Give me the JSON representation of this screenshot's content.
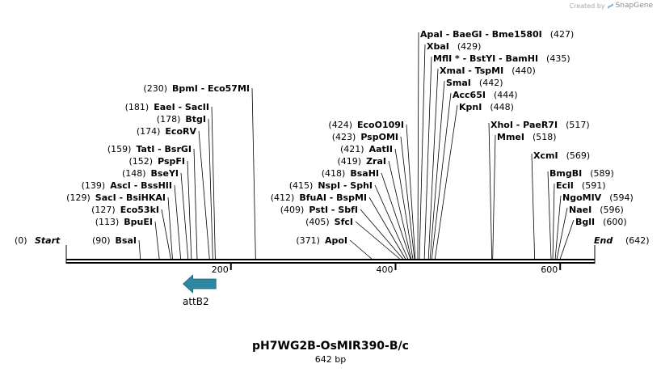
{
  "credit": {
    "prefix": "Created by",
    "brand": "SnapGene"
  },
  "plasmid": {
    "name": "pH7WG2B-OsMIR390-B/c",
    "size_label": "642 bp",
    "length": 642
  },
  "ends": {
    "start_label": "Start",
    "start_pos": "(0)",
    "end_label": "End",
    "end_pos": "(642)"
  },
  "ticks": [
    {
      "value": 200,
      "label": "200"
    },
    {
      "value": 400,
      "label": "400"
    },
    {
      "value": 600,
      "label": "600"
    }
  ],
  "feature": {
    "name": "attB2",
    "start": 140,
    "end": 173,
    "direction": "reverse",
    "color": "#2e86a0"
  },
  "colors": {
    "backbone": "#000000",
    "feature": "#2e86a0"
  },
  "sites": [
    {
      "pos": 90,
      "group": "left",
      "label": "BsaI",
      "pos_label": "(90)"
    },
    {
      "pos": 113,
      "group": "left",
      "label": "BpuEI",
      "pos_label": "(113)"
    },
    {
      "pos": 127,
      "group": "left",
      "label": "Eco53kI",
      "pos_label": "(127)"
    },
    {
      "pos": 129,
      "group": "left",
      "label": "SacI  -  BsiHKAI",
      "pos_label": "(129)"
    },
    {
      "pos": 139,
      "group": "left",
      "label": "AscI  -  BssHII",
      "pos_label": "(139)"
    },
    {
      "pos": 148,
      "group": "left",
      "label": "BseYI",
      "pos_label": "(148)"
    },
    {
      "pos": 152,
      "group": "left",
      "label": "PspFI",
      "pos_label": "(152)"
    },
    {
      "pos": 159,
      "group": "left",
      "label": "TatI  -  BsrGI",
      "pos_label": "(159)"
    },
    {
      "pos": 174,
      "group": "left",
      "label": "EcoRV",
      "pos_label": "(174)"
    },
    {
      "pos": 178,
      "group": "left",
      "label": "BtgI",
      "pos_label": "(178)"
    },
    {
      "pos": 181,
      "group": "left",
      "label": "EaeI  -  SacII",
      "pos_label": "(181)"
    },
    {
      "pos": 230,
      "group": "left",
      "label": "BpmI  -  Eco57MI",
      "pos_label": "(230)"
    },
    {
      "pos": 371,
      "group": "middle",
      "label": "ApoI",
      "pos_label": "(371)"
    },
    {
      "pos": 405,
      "group": "middle",
      "label": "SfcI",
      "pos_label": "(405)"
    },
    {
      "pos": 409,
      "group": "middle",
      "label": "PstI  -  SbfI",
      "pos_label": "(409)"
    },
    {
      "pos": 412,
      "group": "middle",
      "label": "BfuAI  -  BspMI",
      "pos_label": "(412)"
    },
    {
      "pos": 415,
      "group": "middle",
      "label": "NspI  -  SphI",
      "pos_label": "(415)"
    },
    {
      "pos": 418,
      "group": "middle",
      "label": "BsaHI",
      "pos_label": "(418)"
    },
    {
      "pos": 419,
      "group": "middle",
      "label": "ZraI",
      "pos_label": "(419)"
    },
    {
      "pos": 421,
      "group": "middle",
      "label": "AatII",
      "pos_label": "(421)"
    },
    {
      "pos": 423,
      "group": "middle",
      "label": "PspOMI",
      "pos_label": "(423)"
    },
    {
      "pos": 424,
      "group": "middle",
      "label": "EcoO109I",
      "pos_label": "(424)"
    },
    {
      "pos": 427,
      "group": "top",
      "label": "ApaI  -  BaeGI  -  Bme1580I",
      "pos_label": "(427)"
    },
    {
      "pos": 429,
      "group": "top",
      "label": "XbaI",
      "pos_label": "(429)"
    },
    {
      "pos": 435,
      "group": "top",
      "label": "MflI *  -  BstYI  -  BamHI",
      "pos_label": "(435)"
    },
    {
      "pos": 440,
      "group": "top",
      "label": "XmaI  -  TspMI",
      "pos_label": "(440)"
    },
    {
      "pos": 442,
      "group": "top",
      "label": "SmaI",
      "pos_label": "(442)"
    },
    {
      "pos": 444,
      "group": "top",
      "label": "Acc65I",
      "pos_label": "(444)"
    },
    {
      "pos": 448,
      "group": "top",
      "label": "KpnI",
      "pos_label": "(448)"
    },
    {
      "pos": 517,
      "group": "right",
      "label": "XhoI  -  PaeR7I",
      "pos_label": "(517)"
    },
    {
      "pos": 518,
      "group": "right",
      "label": "MmeI",
      "pos_label": "(518)"
    },
    {
      "pos": 569,
      "group": "right",
      "label": "XcmI",
      "pos_label": "(569)"
    },
    {
      "pos": 589,
      "group": "right",
      "label": "BmgBI",
      "pos_label": "(589)"
    },
    {
      "pos": 591,
      "group": "right",
      "label": "EciI",
      "pos_label": "(591)"
    },
    {
      "pos": 594,
      "group": "right",
      "label": "NgoMIV",
      "pos_label": "(594)"
    },
    {
      "pos": 596,
      "group": "right",
      "label": "NaeI",
      "pos_label": "(596)"
    },
    {
      "pos": 600,
      "group": "right",
      "label": "BglI",
      "pos_label": "(600)"
    }
  ]
}
